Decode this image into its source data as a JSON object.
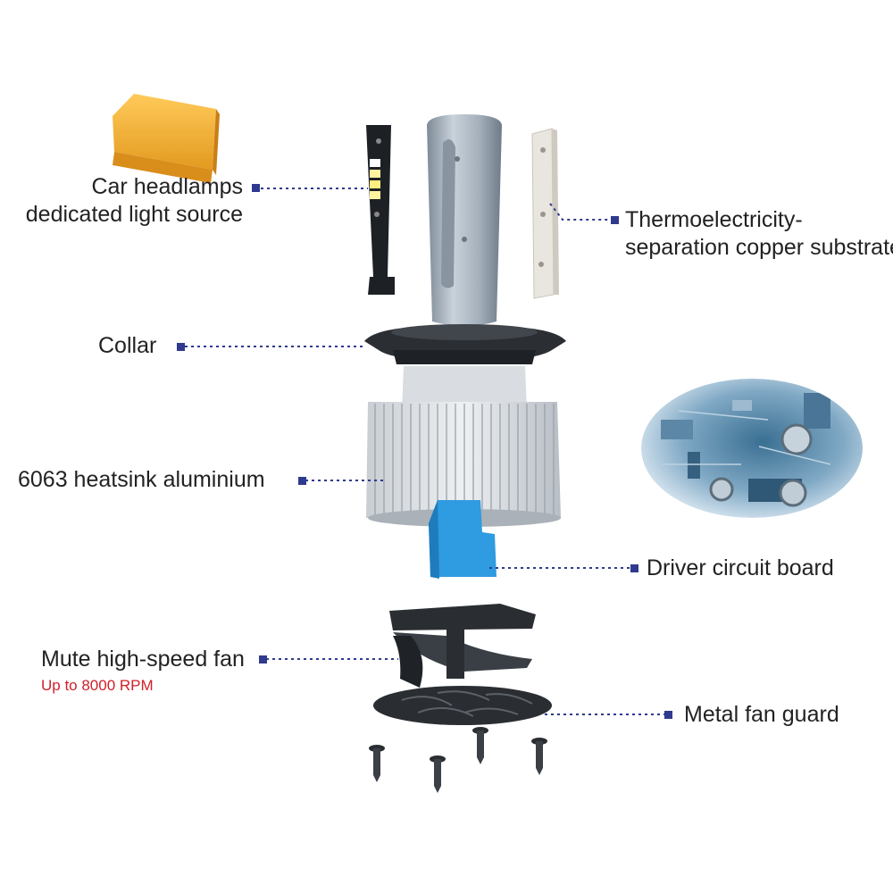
{
  "labels": {
    "light_source_line1": "Car headlamps",
    "light_source_line2": "dedicated light source",
    "substrate_line1": "Thermoelectricity-",
    "substrate_line2": "separation copper substrate",
    "collar": "Collar",
    "heatsink": "6063 heatsink aluminium",
    "driver": "Driver circuit board",
    "fan": "Mute high-speed fan",
    "fan_speed": "Up to 8000 RPM",
    "fan_guard": "Metal fan guard"
  },
  "colors": {
    "label_text": "#222222",
    "callout_line": "#2f3a8f",
    "rpm_text": "#d0202a",
    "led_chip": "#f0b13a",
    "driver_board": "#2f9be0",
    "bulb_metal": "#a9b5c2",
    "dark_part": "#2b2f33"
  },
  "icons": [
    "led-chip-block-icon",
    "circuit-board-photo"
  ]
}
